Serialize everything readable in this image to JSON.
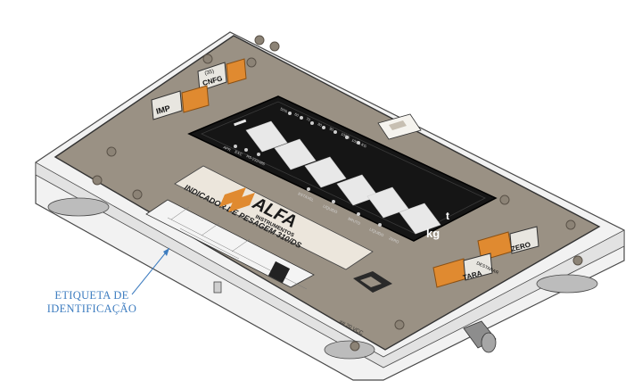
{
  "device": {
    "buttons": {
      "cnfg": "CNFG",
      "cnfg_sub": "(35)",
      "imp": "IMP",
      "zero": "ZERO",
      "tara": "TARA",
      "destarar": "DESTARAR"
    },
    "display": {
      "top_leds": [
        "50%",
        "60",
        "70",
        "80",
        "90",
        "100%",
        "100% KG"
      ],
      "left_leds": [
        "APR",
        "EXC",
        "RS-232/485"
      ],
      "status_leds": [
        "ESTÁVEL",
        "LÍQUIDO",
        "BRUTO",
        "LÍQUIDO",
        "ZERO"
      ],
      "unit_t": "t",
      "unit_kg": "kg"
    },
    "title_label": "INDICADOR DE PESAGEM 310/DS",
    "brand_name": "ALFA",
    "brand_sub": "INSTRUMENTOS",
    "serial_label": "## 20 VCC"
  },
  "callout": {
    "line1": "ETIQUETA DE",
    "line2": "IDENTIFICAÇÃO",
    "color": "#3e7dc0"
  },
  "colors": {
    "panel": "#9a9184",
    "button_orange": "#e08a30",
    "display": "#151515",
    "segment": "#e8e8e8"
  }
}
